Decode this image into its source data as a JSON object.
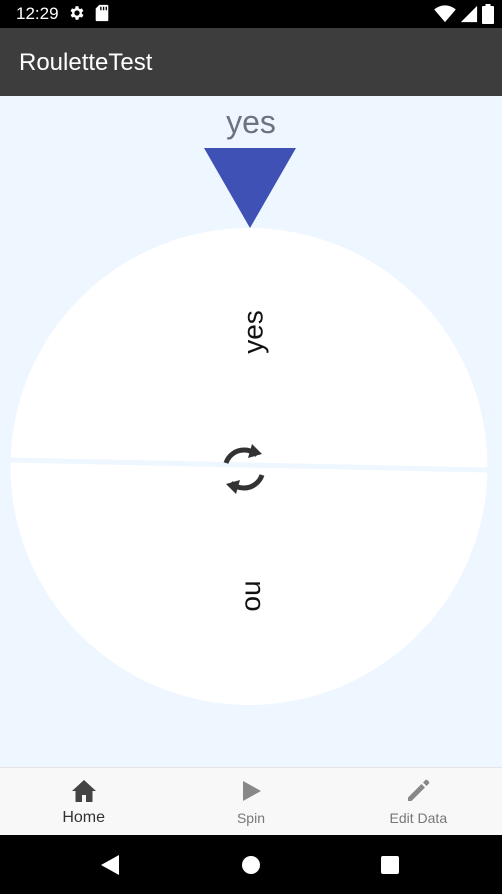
{
  "status": {
    "time": "12:29"
  },
  "app": {
    "title": "RouletteTest"
  },
  "roulette": {
    "result": "yes",
    "segments": [
      {
        "label": "yes"
      },
      {
        "label": "no"
      }
    ],
    "colors": {
      "wheel": "#ffffff",
      "pointer": "#3f51b5",
      "divider": "#eef6ff",
      "background": "#eef6ff"
    }
  },
  "bottom_nav": {
    "items": [
      {
        "label": "Home",
        "icon": "home-icon",
        "active": true
      },
      {
        "label": "Spin",
        "icon": "play-icon",
        "active": false
      },
      {
        "label": "Edit Data",
        "icon": "pencil-icon",
        "active": false
      }
    ]
  }
}
